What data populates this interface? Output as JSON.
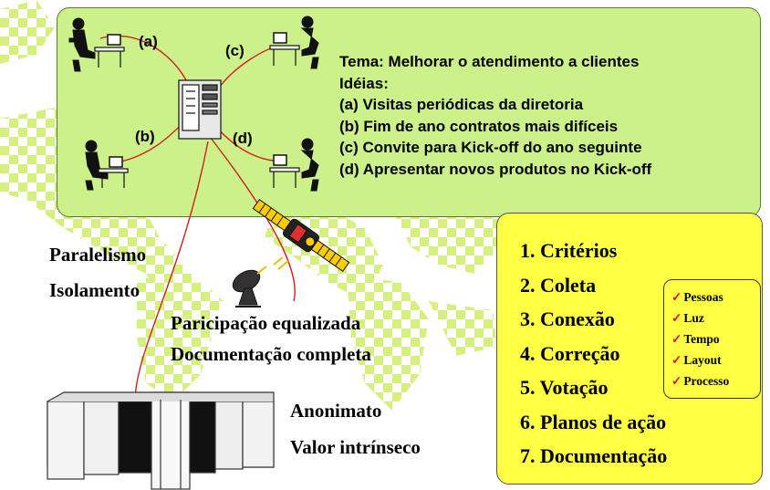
{
  "labels": {
    "a": "(a)",
    "b": "(b)",
    "c": "(c)",
    "d": "(d)"
  },
  "ideas": {
    "title": "Tema: Melhorar o atendimento a clientes",
    "subtitle": "Idéias:",
    "items": [
      "(a) Visitas periódicas da diretoria",
      "(b) Fim de ano contratos mais difíceis",
      "(c) Convite para Kick-off do ano seguinte",
      "(d) Apresentar novos produtos no Kick-off"
    ]
  },
  "features": {
    "paralelismo": "Paralelismo",
    "isolamento": "Isolamento",
    "participacao": "Paricipação equalizada",
    "documentacao": "Documentação completa",
    "anonimato": "Anonimato",
    "valor": "Valor intrínseco"
  },
  "steps": [
    "1. Critérios",
    "2. Coleta",
    "3. Conexão",
    "4. Correção",
    "5. Votação",
    "6. Planos de ação",
    "7. Documentação"
  ],
  "correction_items": [
    "Pessoas",
    "Luz",
    "Tempo",
    "Layout",
    "Processo"
  ],
  "colors": {
    "green_panel": "#ccf08a",
    "yellow_panel": "#ffff44",
    "map_checker": "#d6f080",
    "wire": "#d02020",
    "check": "#e01010"
  }
}
